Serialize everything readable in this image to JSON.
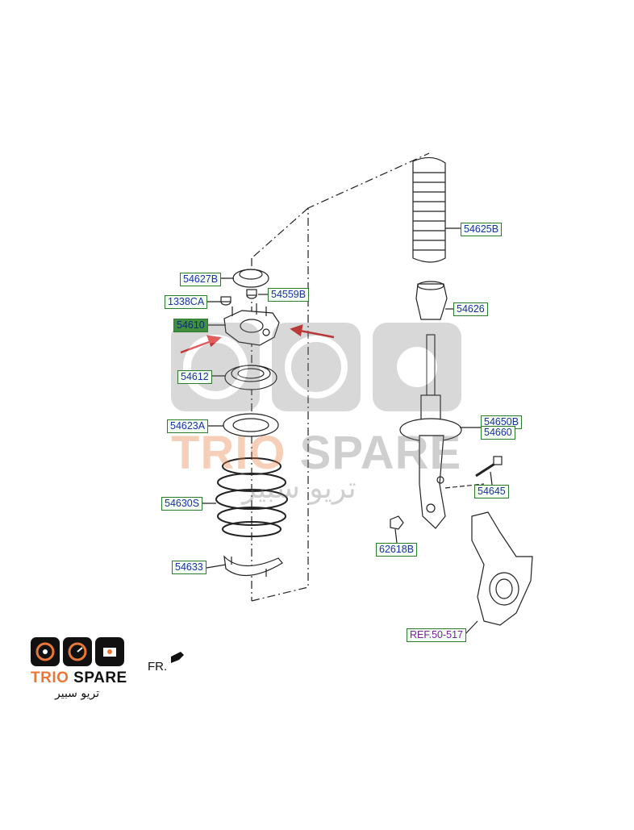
{
  "labels": {
    "p54627B": "54627B",
    "p54559B": "54559B",
    "p1338CA": "1338CA",
    "p54610": "54610",
    "p54612": "54612",
    "p54623A": "54623A",
    "p54630S": "54630S",
    "p54633": "54633",
    "p54625B": "54625B",
    "p54626": "54626",
    "p54650B": "54650B",
    "p54660": "54660",
    "p54645": "54645",
    "p62618B": "62618B",
    "ref": "REF.50-517"
  },
  "brand": {
    "name_left": "TRIO",
    "name_right": "SPARE",
    "arabic": "تريو سبير",
    "accent": "#e8783a"
  },
  "direction_label": "FR.",
  "colors": {
    "label_text": "#1a2fa8",
    "label_border": "#2e7a2e",
    "highlight": "#3f8f3f",
    "arrow": "#d42020"
  }
}
